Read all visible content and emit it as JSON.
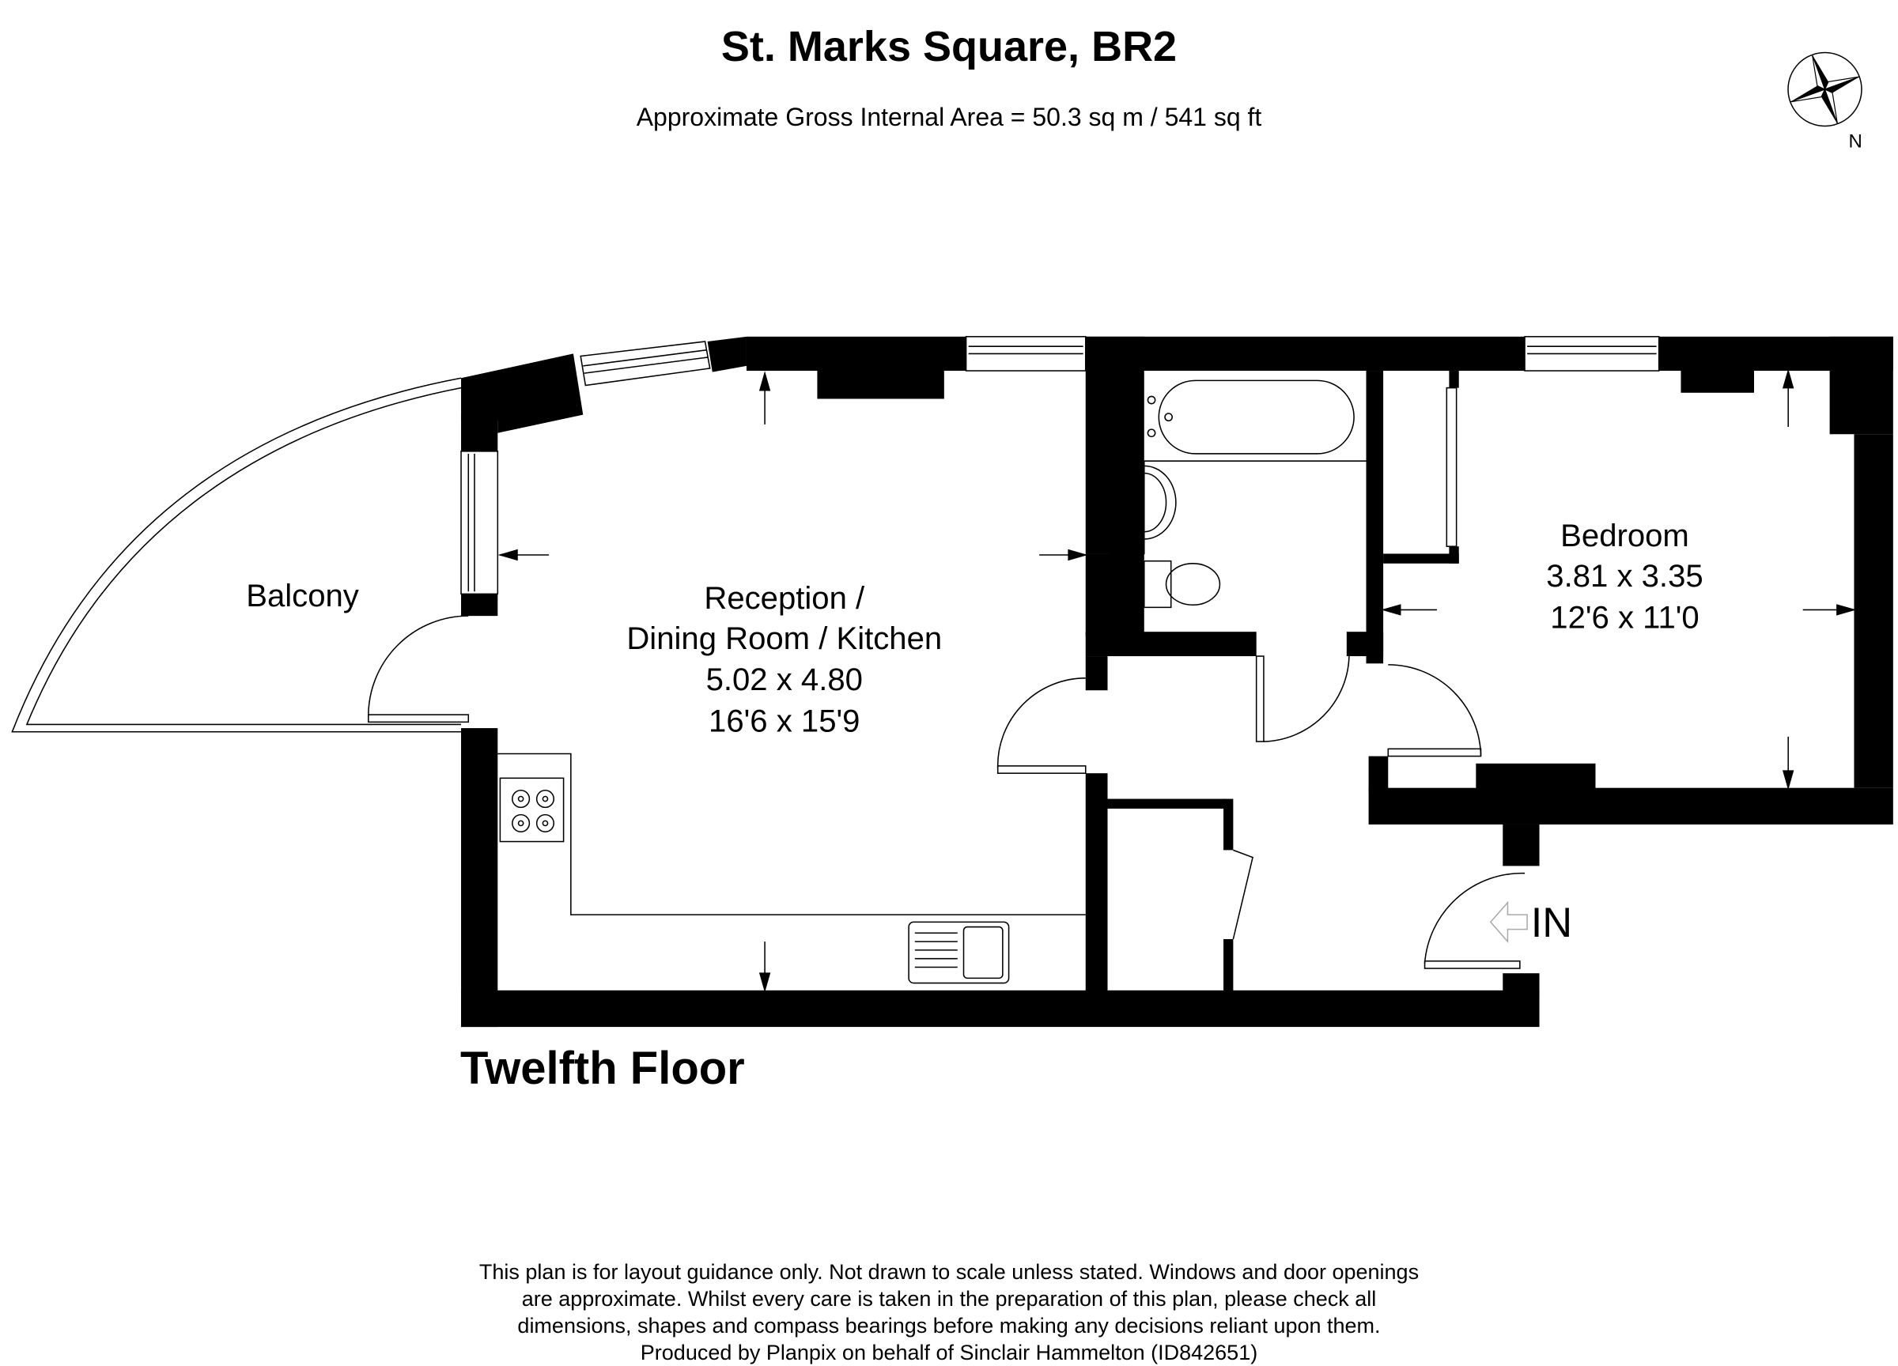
{
  "header": {
    "title": "St. Marks Square, BR2",
    "area": "Approximate Gross Internal Area = 50.3 sq m / 541 sq ft"
  },
  "compass": {
    "icon": "compass-rose-icon",
    "label": "N"
  },
  "rooms": {
    "balcony": {
      "name": "Balcony"
    },
    "reception": {
      "name_line1": "Reception /",
      "name_line2": "Dining Room / Kitchen",
      "metric": "5.02 x 4.80",
      "imperial": "16'6 x 15'9"
    },
    "bedroom": {
      "name": "Bedroom",
      "metric": "3.81 x 3.35",
      "imperial": "12'6 x 11'0"
    }
  },
  "entrance": {
    "label": "IN",
    "icon": "entrance-arrow-icon"
  },
  "floor": {
    "label": "Twelfth Floor"
  },
  "disclaimer": {
    "lines": [
      "This plan is for layout guidance only. Not drawn to scale unless stated. Windows and door openings",
      "are approximate. Whilst every care is taken in the preparation of this plan, please check all",
      "dimensions, shapes and compass bearings before making any decisions reliant upon them.",
      "Produced by Planpix on behalf of Sinclair Hammelton (ID842651)"
    ]
  }
}
